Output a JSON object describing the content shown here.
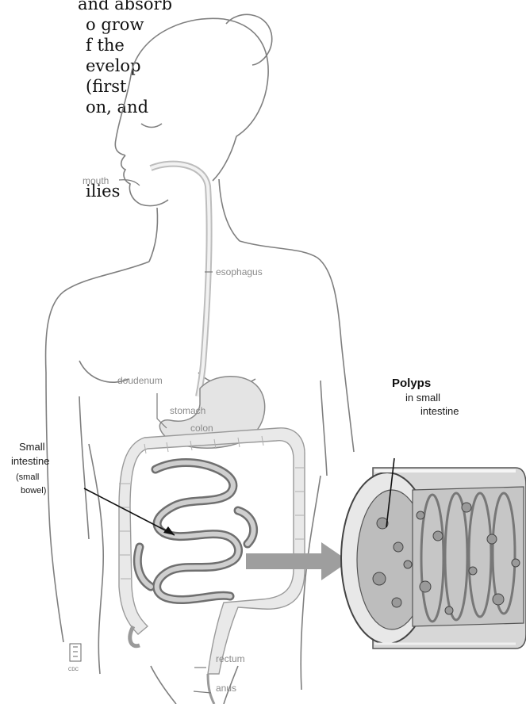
{
  "background_text": {
    "lines": [
      "and absorb",
      "o grow",
      "f the",
      "evelop",
      "(first",
      "on, and",
      "",
      "",
      "ilies"
    ]
  },
  "labels": {
    "mouth": "mouth",
    "esophagus": "esophagus",
    "doudenum": "doudenum",
    "stomach": "stomach",
    "colon": "colon",
    "small_intestine_1": "Small",
    "small_intestine_2": "intestine",
    "small_bowel_1": "(small",
    "small_bowel_2": "bowel)",
    "polyps": "Polyps",
    "polyps_sub_1": "in small",
    "polyps_sub_2": "intestine",
    "rectum": "rectum",
    "anus": "anus"
  },
  "colors": {
    "outline": "#7f7f7f",
    "organ_fill": "#cfcfcf",
    "organ_stroke": "#6d6d6d",
    "arrow": "#9e9e9e",
    "label_grey": "#8a8a8a"
  },
  "icons": {
    "logo": "medical-illustrator-mark-icon"
  }
}
